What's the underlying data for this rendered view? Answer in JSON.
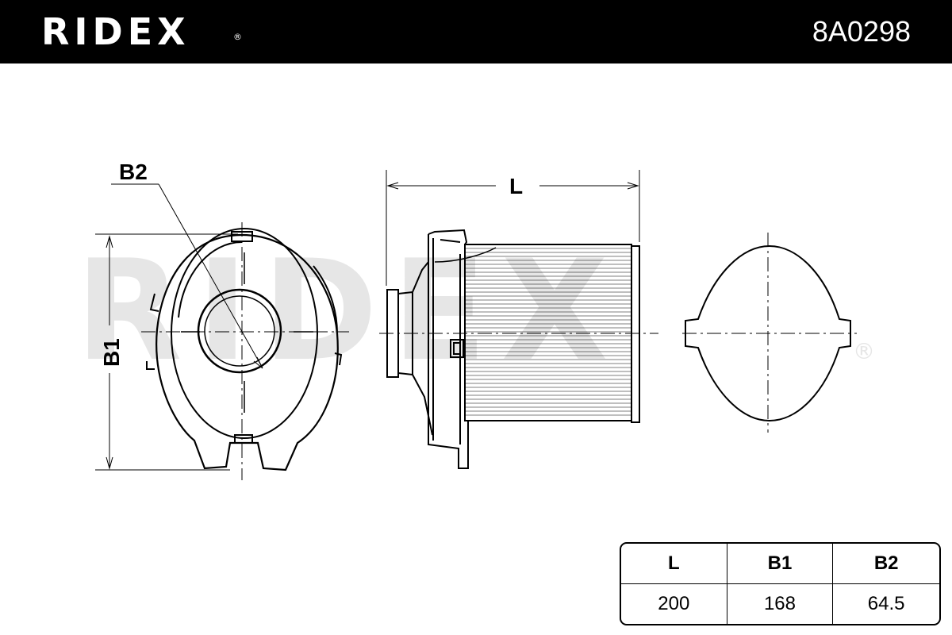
{
  "header": {
    "brand": "RIDEX",
    "brand_mark": "®",
    "part_number": "8A0298"
  },
  "watermark": {
    "text": "RIDEX",
    "mark": "®"
  },
  "drawing": {
    "label_b2": "B2",
    "label_b1": "B1",
    "label_l": "L"
  },
  "dimensions_table": {
    "headers": [
      "L",
      "B1",
      "B2"
    ],
    "values": [
      "200",
      "168",
      "64.5"
    ]
  }
}
